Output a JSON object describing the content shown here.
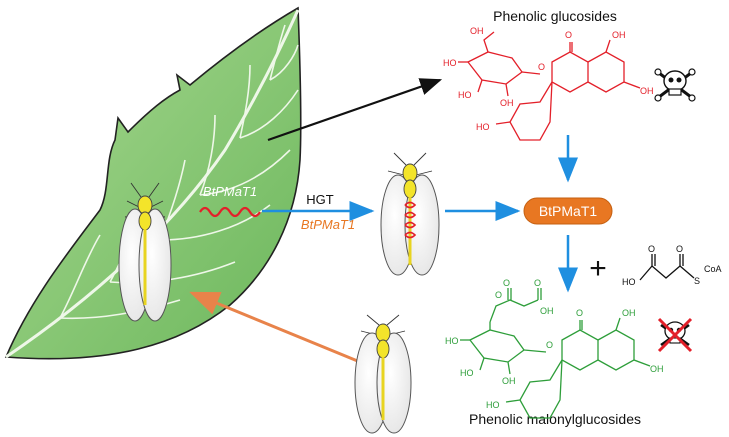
{
  "title_top": "Phenolic glucosides",
  "title_bottom": "Phenolic malonylglucosides",
  "gene_italic_white": "BtPMaT1",
  "gene_italic_orange": "BtPMaT1",
  "hgt_label": "HGT",
  "enzyme_label": "BtPMaT1",
  "plus_sign": "+",
  "chem_labels": {
    "oh": "OH",
    "ho": "HO",
    "o": "O",
    "s": "S",
    "coa": "CoA"
  },
  "colors": {
    "leaf_fill": "#8ec97a",
    "leaf_dark": "#5fae55",
    "enzyme_fill": "#e87722",
    "glucoside_red": "#e3202a",
    "malonyl_green": "#2e9e3a",
    "arrow_blue": "#1f8fe0",
    "arrow_orange": "#e8834a",
    "gene_orange": "#e87722"
  }
}
